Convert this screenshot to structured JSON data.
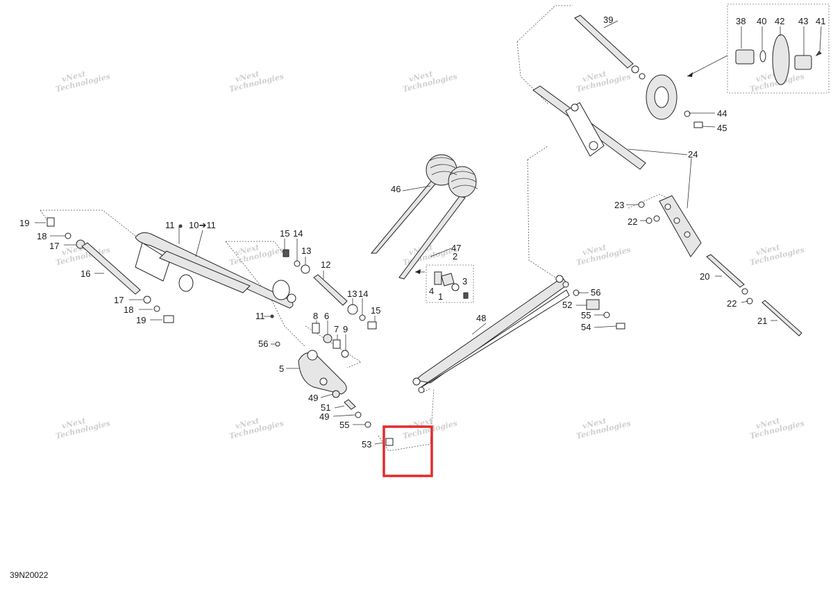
{
  "drawing_id": "39N20022",
  "watermark": {
    "line1": "vNext",
    "line2": "Technologies"
  },
  "highlight_color": "#e32b2b",
  "callouts": {
    "c19a": "19",
    "c18a": "18",
    "c17a": "17",
    "c16": "16",
    "c17b": "17",
    "c18b": "18",
    "c19b": "19",
    "c11a": "11",
    "c10": "10➔11",
    "c11b": "11",
    "c15a": "15",
    "c14a": "14",
    "c13a": "13",
    "c12": "12",
    "c13b": "13",
    "c14b": "14",
    "c15b": "15",
    "c8": "8",
    "c6": "6",
    "c7": "7",
    "c9": "9",
    "c56a": "56",
    "c5": "5",
    "c49a": "49",
    "c51": "51",
    "c49b": "49",
    "c55a": "55",
    "c53": "53",
    "c46": "46",
    "c47": "47",
    "c2": "2",
    "c4": "4",
    "c1": "1",
    "c3": "3",
    "c48": "48",
    "c56b": "56",
    "c52": "52",
    "c55b": "55",
    "c54": "54",
    "c39": "39",
    "c38": "38",
    "c40": "40",
    "c42": "42",
    "c43": "43",
    "c41": "41",
    "c44": "44",
    "c45": "45",
    "c24": "24",
    "c23": "23",
    "c22a": "22",
    "c20": "20",
    "c22b": "22",
    "c21": "21"
  }
}
